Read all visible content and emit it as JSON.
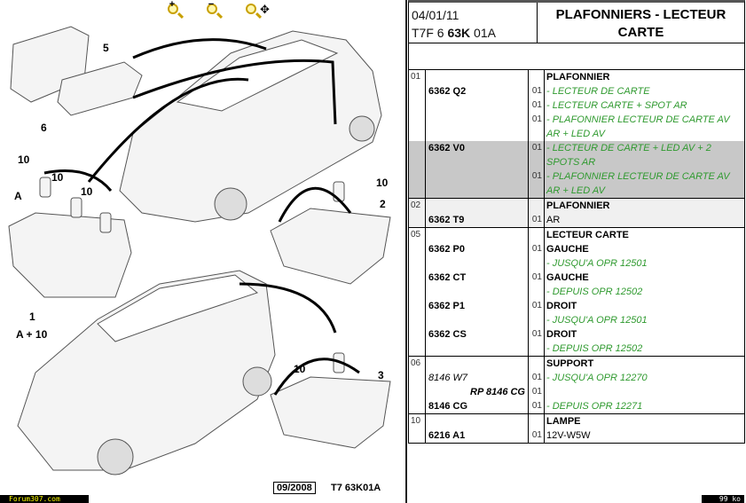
{
  "toolbar": {
    "zoom_in": "+",
    "zoom_out": "−",
    "pan": "✥"
  },
  "diagram": {
    "callouts": [
      "5",
      "6",
      "10",
      "10",
      "10",
      "A",
      "1",
      "A + 10",
      "10",
      "2",
      "10",
      "3"
    ],
    "ref_date": "09/2008",
    "ref_code": "T7 63K01A"
  },
  "footer": {
    "site": "Forum307.com",
    "size": "99 ko"
  },
  "header": {
    "date": "04/01/11",
    "code_prefix": "T7F 6 ",
    "code_bold": "63K",
    "code_suffix": " 01A",
    "title": "PLAFONNIERS - LECTEUR CARTE"
  },
  "groups": [
    {
      "shade": "",
      "lines": [
        {
          "ref": "01",
          "part": "",
          "qty": "",
          "desc": "PLAFONNIER",
          "style": "bold"
        },
        {
          "ref": "",
          "part": "6362 Q2",
          "qty": "01",
          "desc": "- LECTEUR DE CARTE",
          "style": "green"
        },
        {
          "ref": "",
          "part": "",
          "qty": "01",
          "desc": "- LECTEUR CARTE + SPOT AR",
          "style": "green"
        },
        {
          "ref": "",
          "part": "",
          "qty": "01",
          "desc": "- PLAFONNIER LECTEUR DE CARTE AV",
          "style": "green"
        },
        {
          "ref": "",
          "part": "",
          "qty": "",
          "desc": "AR + LED AV",
          "style": "green"
        }
      ],
      "noborder": true
    },
    {
      "shade": "shade",
      "lines": [
        {
          "ref": "",
          "part": "6362 V0",
          "qty": "01",
          "desc": "- LECTEUR DE CARTE + LED AV + 2",
          "style": "green"
        },
        {
          "ref": "",
          "part": "",
          "qty": "",
          "desc": "SPOTS AR",
          "style": "green"
        },
        {
          "ref": "",
          "part": "",
          "qty": "01",
          "desc": "- PLAFONNIER LECTEUR DE CARTE AV",
          "style": "green"
        },
        {
          "ref": "",
          "part": "",
          "qty": "",
          "desc": "AR + LED AV",
          "style": "green"
        }
      ]
    },
    {
      "shade": "light",
      "lines": [
        {
          "ref": "02",
          "part": "",
          "qty": "",
          "desc": "PLAFONNIER",
          "style": "bold"
        },
        {
          "ref": "",
          "part": "6362 T9",
          "qty": "01",
          "desc": "AR",
          "style": ""
        }
      ]
    },
    {
      "shade": "",
      "lines": [
        {
          "ref": "05",
          "part": "",
          "qty": "",
          "desc": "LECTEUR CARTE",
          "style": "bold"
        },
        {
          "ref": "",
          "part": "6362 P0",
          "qty": "01",
          "desc": "GAUCHE",
          "style": "bold"
        },
        {
          "ref": "",
          "part": "",
          "qty": "",
          "desc": "- JUSQU'A OPR 12501",
          "style": "green"
        },
        {
          "ref": "",
          "part": "6362 CT",
          "qty": "01",
          "desc": "GAUCHE",
          "style": "bold"
        },
        {
          "ref": "",
          "part": "",
          "qty": "",
          "desc": "- DEPUIS OPR 12502",
          "style": "green"
        },
        {
          "ref": "",
          "part": "6362 P1",
          "qty": "01",
          "desc": "DROIT",
          "style": "bold"
        },
        {
          "ref": "",
          "part": "",
          "qty": "",
          "desc": "- JUSQU'A OPR 12501",
          "style": "green"
        },
        {
          "ref": "",
          "part": "6362 CS",
          "qty": "01",
          "desc": "DROIT",
          "style": "bold"
        },
        {
          "ref": "",
          "part": "",
          "qty": "",
          "desc": "- DEPUIS OPR 12502",
          "style": "green"
        }
      ]
    },
    {
      "shade": "",
      "lines": [
        {
          "ref": "06",
          "part": "",
          "qty": "",
          "desc": "SUPPORT",
          "style": "bold"
        },
        {
          "ref": "",
          "part": "8146 W7",
          "qty": "01",
          "desc": "- JUSQU'A OPR 12270",
          "style": "green",
          "partstyle": "ital"
        },
        {
          "ref": "",
          "part": "RP 8146 CG",
          "qty": "01",
          "desc": "",
          "style": "",
          "partstyle": "right"
        },
        {
          "ref": "",
          "part": "8146 CG",
          "qty": "01",
          "desc": "- DEPUIS OPR 12271",
          "style": "green"
        }
      ]
    },
    {
      "shade": "",
      "lines": [
        {
          "ref": "10",
          "part": "",
          "qty": "",
          "desc": "LAMPE",
          "style": "bold"
        },
        {
          "ref": "",
          "part": "6216 A1",
          "qty": "01",
          "desc": "12V-W5W",
          "style": ""
        }
      ]
    }
  ]
}
